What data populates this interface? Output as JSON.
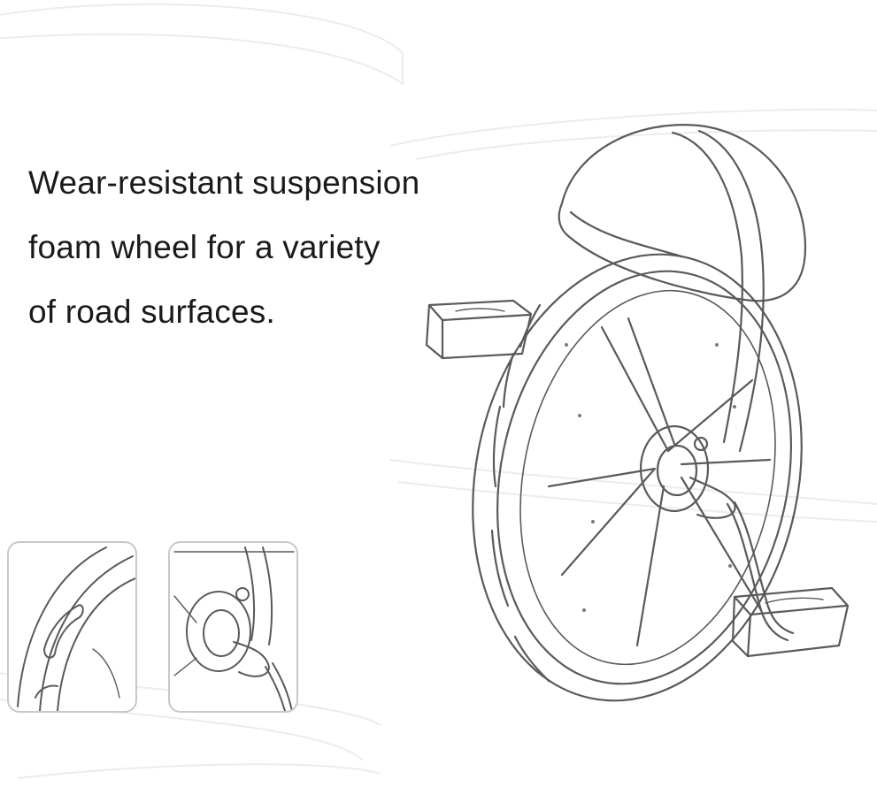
{
  "caption": {
    "lines": [
      "Wear-resistant suspension",
      "foam wheel for a variety",
      "of road surfaces."
    ]
  },
  "illustration": {
    "subject": "foam-wheel-unicycle-icon",
    "style": "pencil-sketch",
    "line_color": "#5a5a5a"
  },
  "thumbnails": [
    {
      "name": "tire-tread-closeup-icon"
    },
    {
      "name": "wheel-hub-closeup-icon"
    }
  ]
}
